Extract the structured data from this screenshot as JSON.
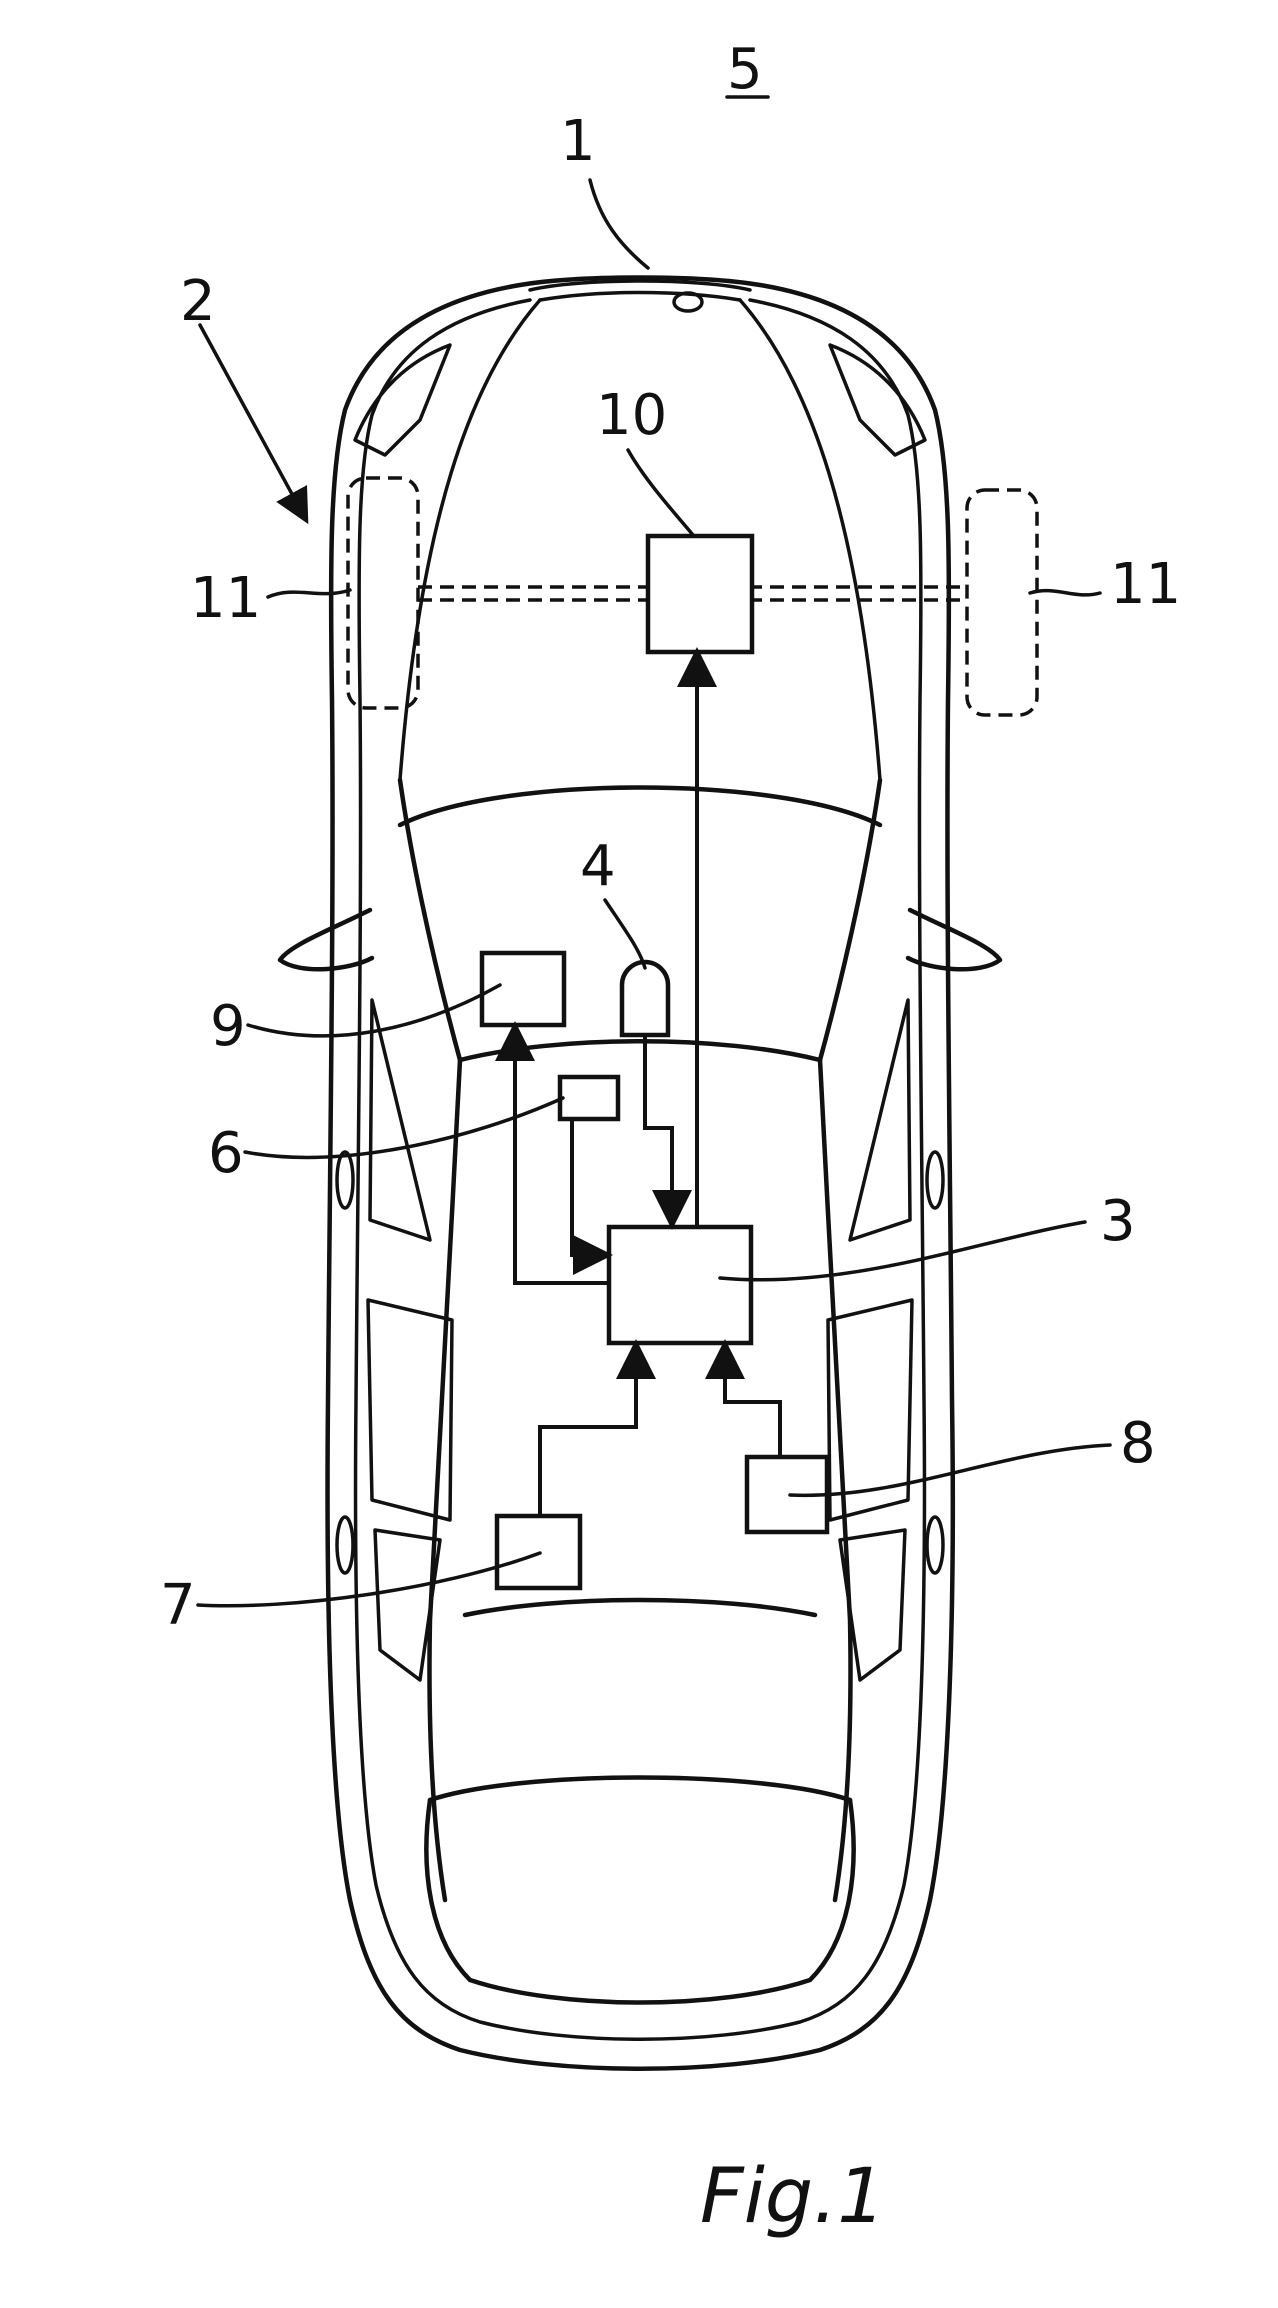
{
  "figure": {
    "caption": "Fig.1",
    "title_ref": "5"
  },
  "labels": {
    "l1": "1",
    "l2": "2",
    "l3": "3",
    "l4": "4",
    "l6": "6",
    "l7": "7",
    "l8": "8",
    "l9": "9",
    "l10": "10",
    "l11_left": "11",
    "l11_right": "11"
  }
}
